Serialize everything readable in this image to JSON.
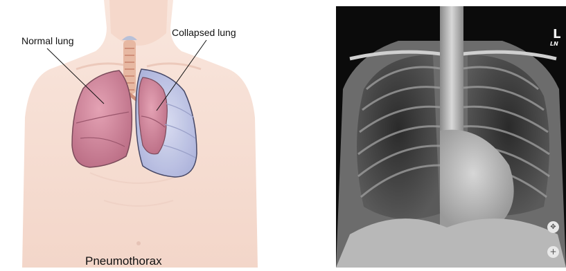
{
  "diagram": {
    "labels": {
      "normal_lung": "Normal lung",
      "collapsed_lung": "Collapsed lung"
    },
    "caption": "Pneumothorax"
  },
  "xray": {
    "side_marker": "L",
    "side_marker_sub": "LN",
    "controls": {
      "move_glyph": "✥",
      "zoom_glyph": "+"
    }
  },
  "colors": {
    "skin": "#f6ddd2",
    "lung": "#c97f94",
    "collapsed_space": "#bcc2e6",
    "xray_background": "#0b0b0b"
  }
}
